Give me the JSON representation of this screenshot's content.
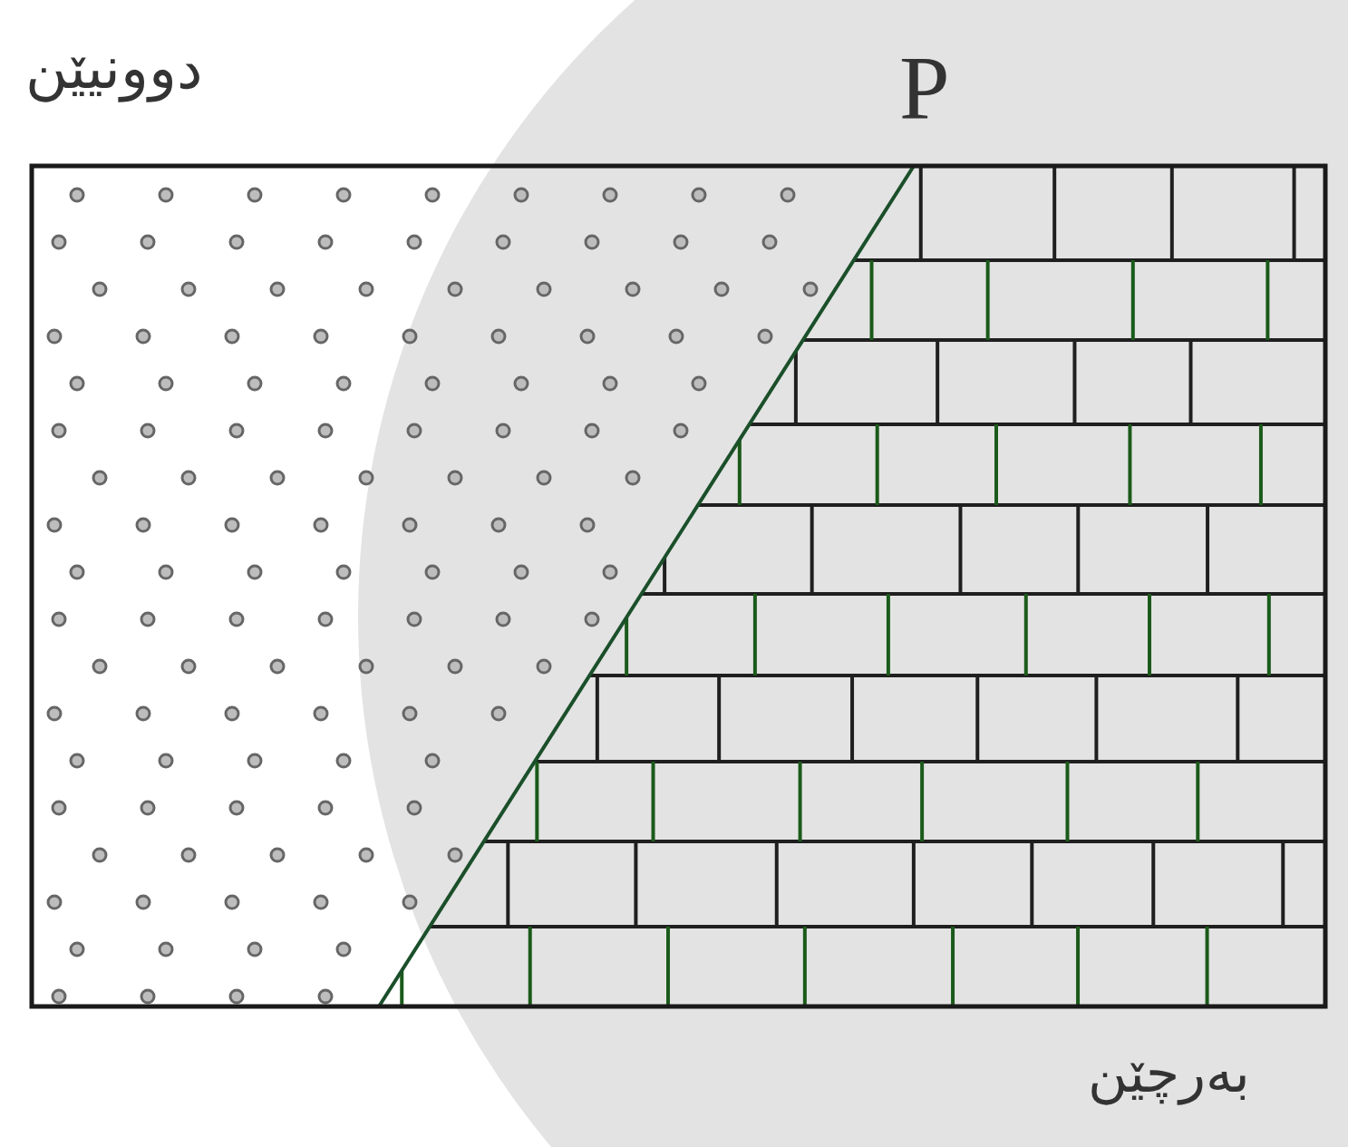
{
  "diagram": {
    "labels": [
      "دوونیێن",
      "P",
      "بەرچێن"
    ]
  }
}
